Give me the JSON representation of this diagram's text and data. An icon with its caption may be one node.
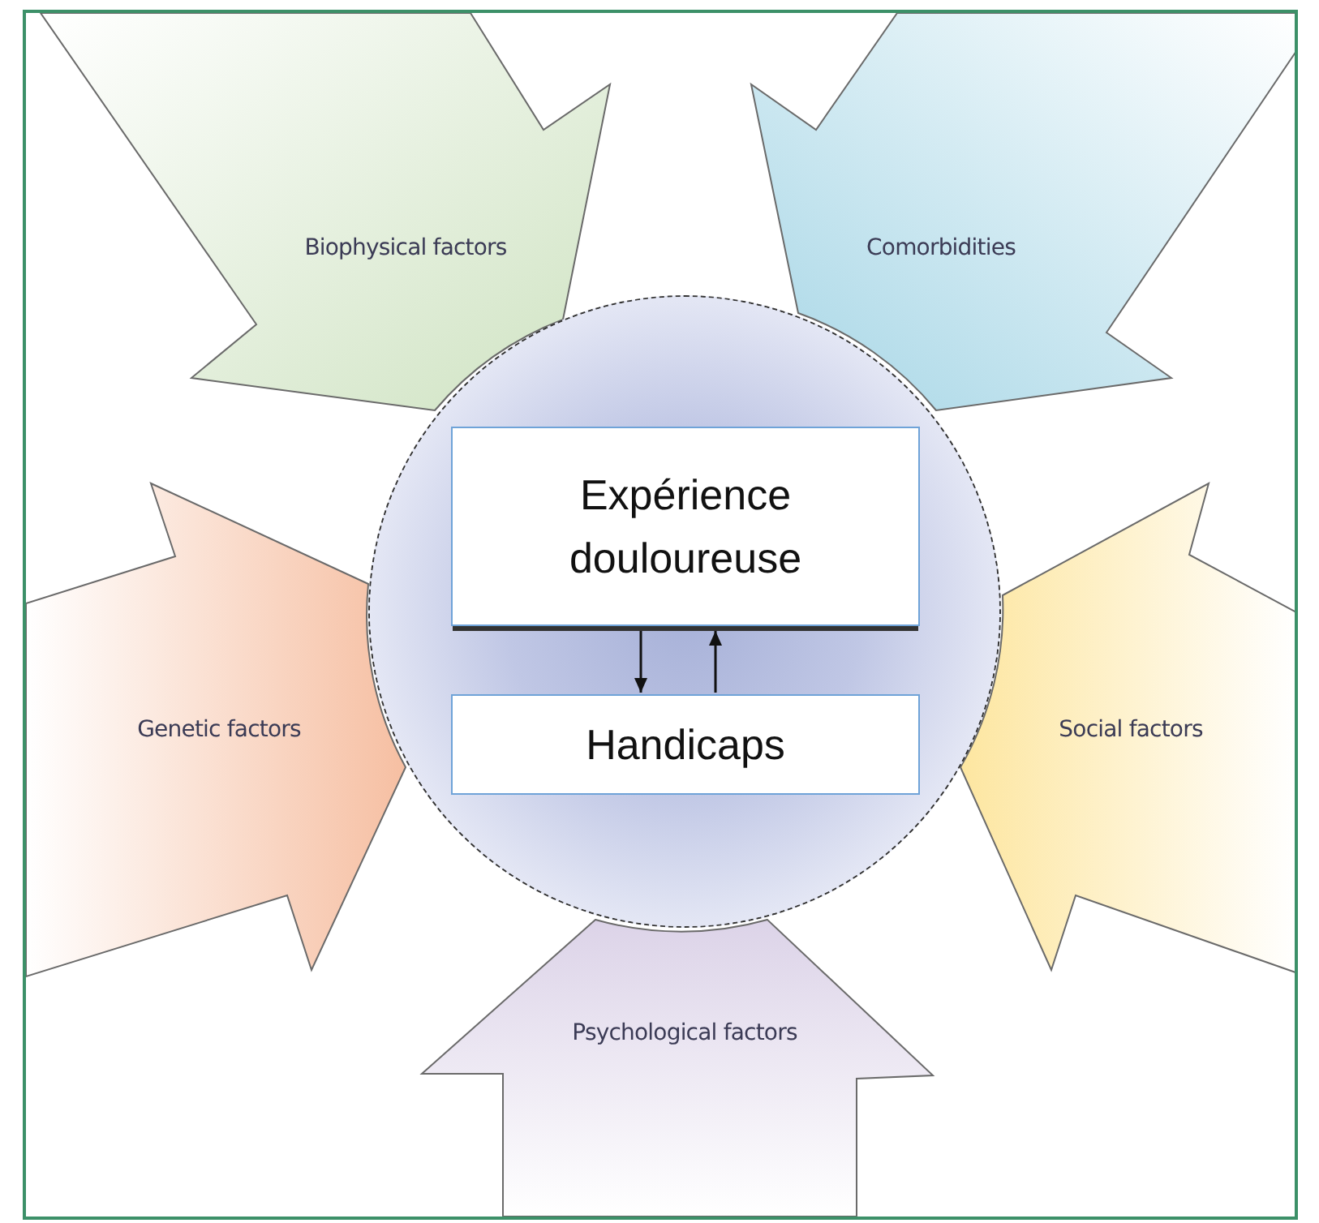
{
  "diagram": {
    "nodes": [
      {
        "text": [
          "Biophysical factors"
        ]
      },
      {
        "text": [
          "Comorbidities"
        ]
      },
      {
        "text": [],
        "shape": "circle"
      },
      {
        "text": [
          "Expérience douloureuse"
        ],
        "in": 2
      },
      {
        "text": [
          "Handicaps"
        ],
        "in": 2
      },
      {
        "text": [
          "Genetic factors"
        ]
      },
      {
        "text": [
          "Social factors"
        ]
      },
      {
        "text": [
          "Psychological factors"
        ]
      }
    ],
    "edges": [
      {
        "from": 3,
        "to": 4,
        "arrow": "to"
      },
      {
        "from": 4,
        "to": 3,
        "arrow": "to"
      }
    ]
  }
}
